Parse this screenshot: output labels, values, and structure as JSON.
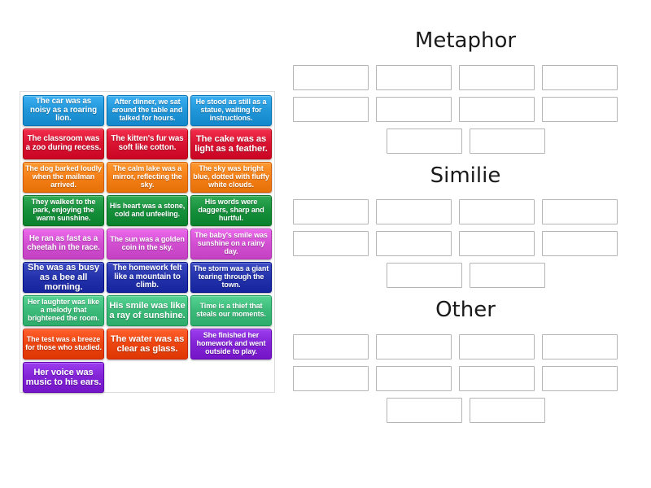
{
  "activity": {
    "type": "group-sort",
    "tray_label": "word card tray"
  },
  "colors": {
    "blue": "#2196d9",
    "crimson": "#d81432",
    "orange": "#f57f17",
    "green": "#17903c",
    "orchid": "#d24fd2",
    "navy": "#2433ab",
    "seagreen": "#3cba79",
    "orangered": "#ed4511",
    "purple": "#8223d6",
    "slot_border": "#b5b5b5",
    "tray_border": "#dcdcdc",
    "title_text": "#1a1a1a"
  },
  "cards": [
    {
      "text": "The car was as noisy as a roaring lion.",
      "color": "blue",
      "size": "fs-m"
    },
    {
      "text": "After dinner, we sat around the table and talked for hours.",
      "color": "blue",
      "size": "fs-s"
    },
    {
      "text": "He stood as still as a statue, waiting for instructions.",
      "color": "blue",
      "size": "fs-s"
    },
    {
      "text": "The classroom was a zoo during recess.",
      "color": "crimson",
      "size": "fs-m"
    },
    {
      "text": "The kitten's fur was soft like cotton.",
      "color": "crimson",
      "size": "fs-m"
    },
    {
      "text": "The cake was as light as a feather.",
      "color": "crimson",
      "size": "fs-l"
    },
    {
      "text": "The dog barked loudly when the mailman arrived.",
      "color": "orange",
      "size": "fs-s"
    },
    {
      "text": "The calm lake was a mirror, reflecting the sky.",
      "color": "orange",
      "size": "fs-s"
    },
    {
      "text": "The sky was bright blue, dotted with fluffy white clouds.",
      "color": "orange",
      "size": "fs-s"
    },
    {
      "text": "They walked to the park, enjoying the warm sunshine.",
      "color": "green",
      "size": "fs-s"
    },
    {
      "text": "His heart was a stone, cold and unfeeling.",
      "color": "green",
      "size": "fs-s"
    },
    {
      "text": "His words were daggers, sharp and hurtful.",
      "color": "green",
      "size": "fs-s"
    },
    {
      "text": "He ran as fast as a cheetah in the race.",
      "color": "orchid",
      "size": "fs-m"
    },
    {
      "text": "The sun was a golden coin in the sky.",
      "color": "orchid",
      "size": "fs-s"
    },
    {
      "text": "The baby's smile was sunshine on a rainy day.",
      "color": "orchid",
      "size": "fs-s"
    },
    {
      "text": "She was as busy as a bee all morning.",
      "color": "navy",
      "size": "fs-l"
    },
    {
      "text": "The homework felt like a mountain to climb.",
      "color": "navy",
      "size": "fs-m"
    },
    {
      "text": "The storm was a giant tearing through the town.",
      "color": "navy",
      "size": "fs-s"
    },
    {
      "text": "Her laughter was like a melody that brightened the room.",
      "color": "seagreen",
      "size": "fs-s"
    },
    {
      "text": "His smile was like a ray of sunshine.",
      "color": "seagreen",
      "size": "fs-l"
    },
    {
      "text": "Time is a thief that steals our moments.",
      "color": "seagreen",
      "size": "fs-s"
    },
    {
      "text": "The test was a breeze for those who studied.",
      "color": "orangered",
      "size": "fs-s"
    },
    {
      "text": "The water was as clear as glass.",
      "color": "orangered",
      "size": "fs-l"
    },
    {
      "text": "She finished her homework and went outside to play.",
      "color": "purple",
      "size": "fs-s"
    },
    {
      "text": "Her voice was music to his ears.",
      "color": "purple",
      "size": "fs-l"
    }
  ],
  "categories": [
    {
      "title": "Metaphor",
      "rows": [
        {
          "slots": 4,
          "centered": false
        },
        {
          "slots": 4,
          "centered": false
        },
        {
          "slots": 2,
          "centered": true
        }
      ]
    },
    {
      "title": "Similie",
      "rows": [
        {
          "slots": 4,
          "centered": false
        },
        {
          "slots": 4,
          "centered": false
        },
        {
          "slots": 2,
          "centered": true
        }
      ]
    },
    {
      "title": "Other",
      "rows": [
        {
          "slots": 4,
          "centered": false
        },
        {
          "slots": 4,
          "centered": false
        },
        {
          "slots": 2,
          "centered": true
        }
      ]
    }
  ]
}
